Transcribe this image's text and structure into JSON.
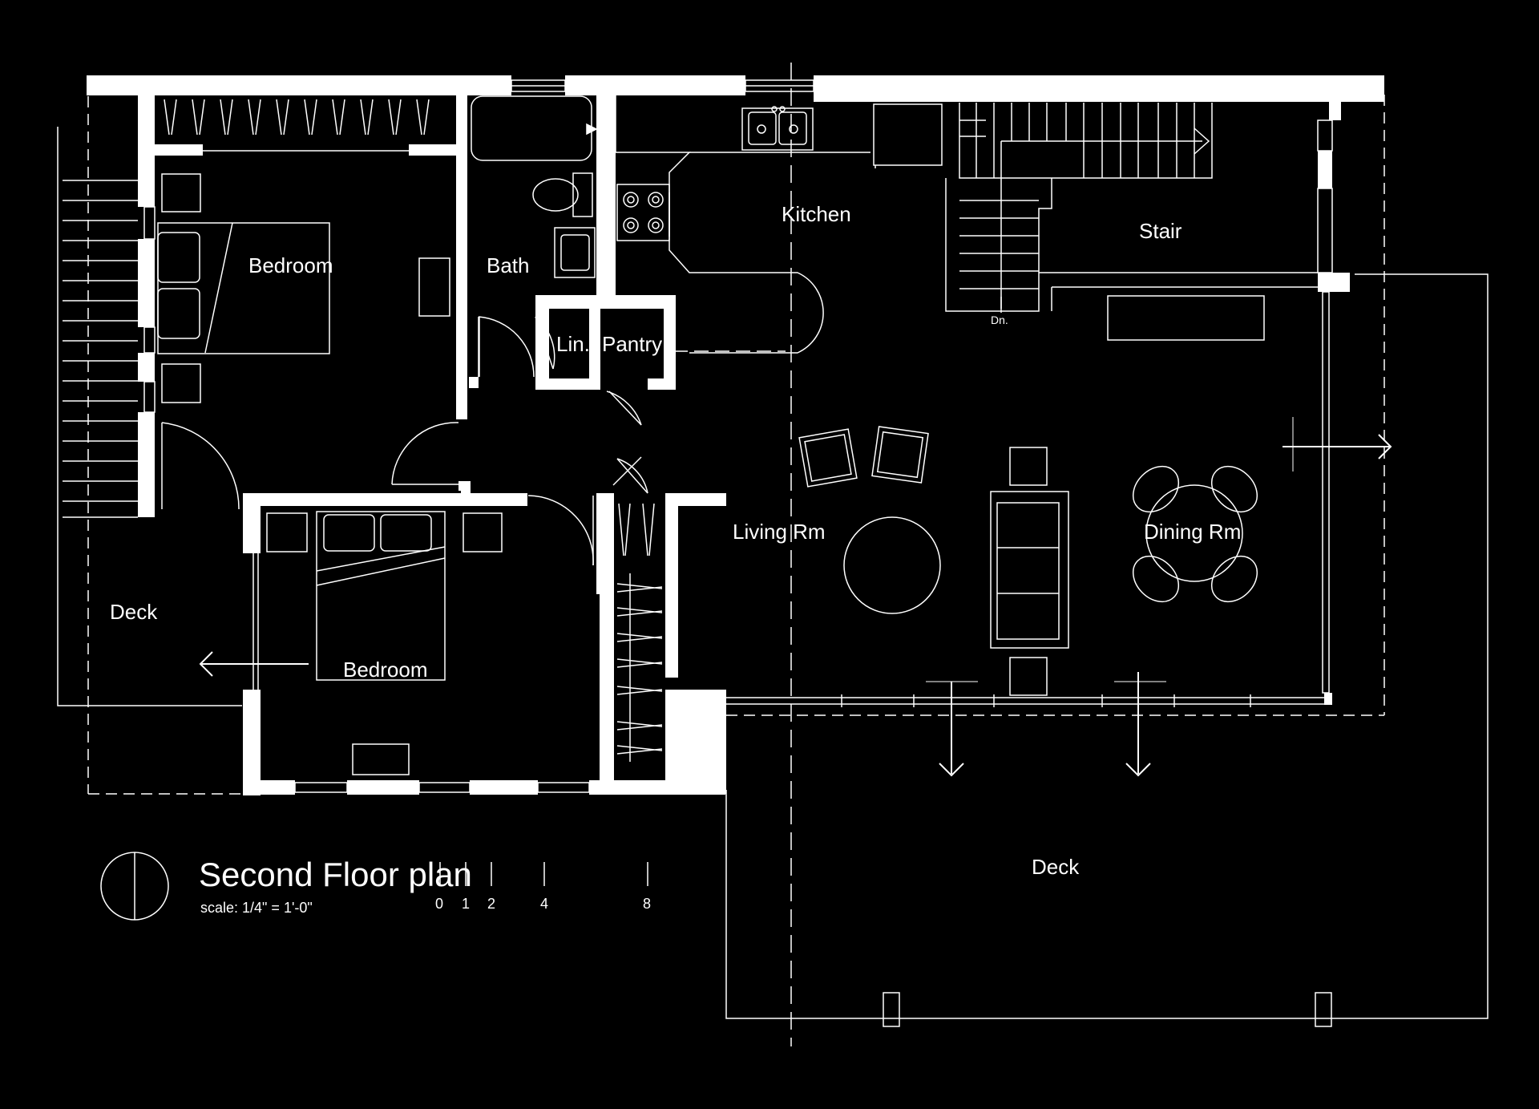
{
  "rooms": {
    "bedroom_1": "Bedroom",
    "bath": "Bath",
    "linen": "Lin.",
    "pantry": "Pantry",
    "kitchen": "Kitchen",
    "stair": "Stair",
    "stair_down": "Dn.",
    "living": "Living Rm",
    "dining": "Dining Rm",
    "deck_left": "Deck",
    "bedroom_2": "Bedroom",
    "deck_bottom": "Deck"
  },
  "title": {
    "text": "Second Floor plan",
    "scale": "scale: 1/4\" = 1'-0\""
  },
  "scale_bar": {
    "marks": [
      "0",
      "1",
      "2",
      "4",
      "8"
    ]
  },
  "colors": {
    "background": "#000000",
    "lines": "#ffffff"
  }
}
